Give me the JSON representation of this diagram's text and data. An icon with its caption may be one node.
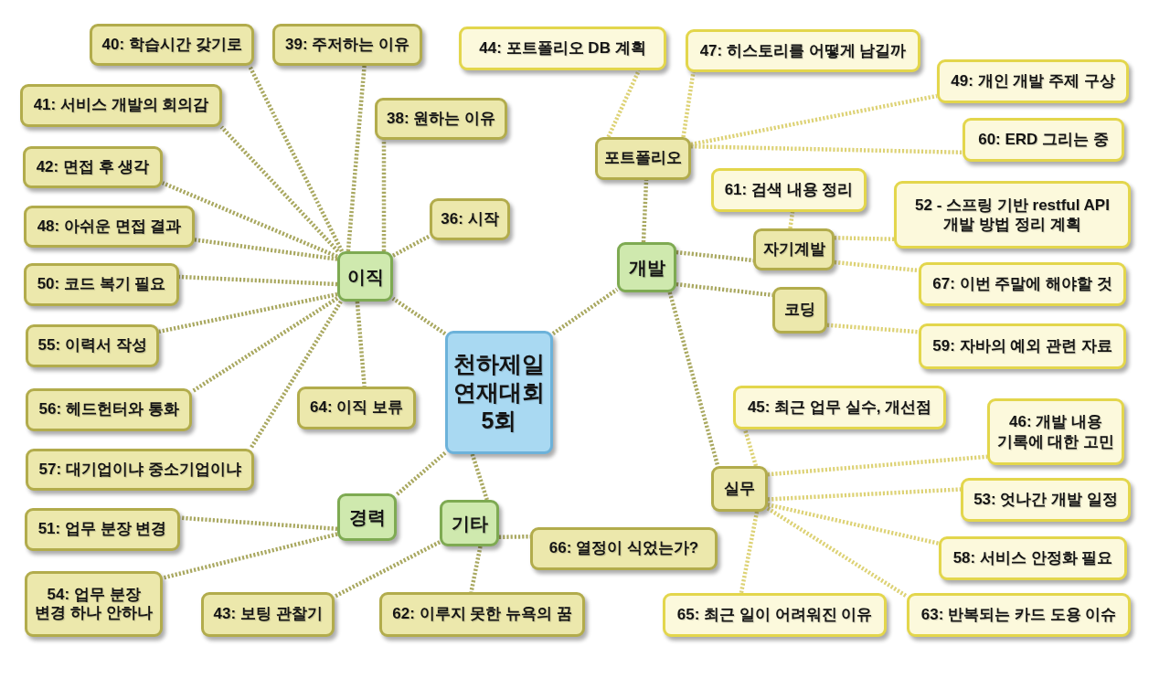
{
  "diagram": {
    "nodes": [
      {
        "text": [
          "천하제일 연재대회 5회"
        ]
      },
      {
        "text": [
          "이직"
        ]
      },
      {
        "text": [
          "개발"
        ]
      },
      {
        "text": [
          "경력"
        ]
      },
      {
        "text": [
          "기타"
        ]
      },
      {
        "text": [
          "포트폴리오"
        ]
      },
      {
        "text": [
          "자기계발"
        ]
      },
      {
        "text": [
          "코딩"
        ]
      },
      {
        "text": [
          "실무"
        ]
      },
      {
        "text": [
          "40: 학습시간 갖기로"
        ]
      },
      {
        "text": [
          "39: 주저하는 이유"
        ]
      },
      {
        "text": [
          "41: 서비스 개발의 회의감"
        ]
      },
      {
        "text": [
          "38: 원하는 이유"
        ]
      },
      {
        "text": [
          "42: 면접 후 생각"
        ]
      },
      {
        "text": [
          "36: 시작"
        ]
      },
      {
        "text": [
          "48: 아쉬운 면접 결과"
        ]
      },
      {
        "text": [
          "50: 코드 복기 필요"
        ]
      },
      {
        "text": [
          "55: 이력서 작성"
        ]
      },
      {
        "text": [
          "56: 헤드헌터와 통화"
        ]
      },
      {
        "text": [
          "64: 이직 보류"
        ]
      },
      {
        "text": [
          "57: 대기업이냐 중소기업이냐"
        ]
      },
      {
        "text": [
          "51: 업무 분장 변경"
        ]
      },
      {
        "text": [
          "54: 업무 분장 변경 하나 안하나"
        ]
      },
      {
        "text": [
          "43: 보팅 관찰기"
        ]
      },
      {
        "text": [
          "62: 이루지 못한 뉴욕의 꿈"
        ]
      },
      {
        "text": [
          "66: 열정이 식었는가?"
        ]
      },
      {
        "text": [
          "44: 포트폴리오 DB 계획"
        ]
      },
      {
        "text": [
          "47: 히스토리를 어떻게 남길까"
        ]
      },
      {
        "text": [
          "49: 개인 개발 주제 구상"
        ]
      },
      {
        "text": [
          "60: ERD 그리는 중"
        ]
      },
      {
        "text": [
          "61: 검색 내용 정리"
        ]
      },
      {
        "text": [
          "52 - 스프링 기반 restful API 개발 방법 정리 계획"
        ]
      },
      {
        "text": [
          "67: 이번 주말에 해야할 것"
        ]
      },
      {
        "text": [
          "59: 자바의 예외 관련 자료"
        ]
      },
      {
        "text": [
          "45: 최근 업무 실수, 개선점"
        ]
      },
      {
        "text": [
          "46: 개발 내용 기록에 대한 고민"
        ]
      },
      {
        "text": [
          "53: 엇나간 개발 일정"
        ]
      },
      {
        "text": [
          "58: 서비스 안정화 필요"
        ]
      },
      {
        "text": [
          "65: 최근 일이 어려워진 이유"
        ]
      },
      {
        "text": [
          "63: 반복되는 카드 도용 이슈"
        ]
      }
    ],
    "edges": [
      {
        "from": 0,
        "to": 1,
        "arrow": "none"
      },
      {
        "from": 0,
        "to": 2,
        "arrow": "none"
      },
      {
        "from": 0,
        "to": 3,
        "arrow": "none"
      },
      {
        "from": 0,
        "to": 4,
        "arrow": "none"
      },
      {
        "from": 1,
        "to": 9,
        "arrow": "none"
      },
      {
        "from": 1,
        "to": 10,
        "arrow": "none"
      },
      {
        "from": 1,
        "to": 11,
        "arrow": "none"
      },
      {
        "from": 1,
        "to": 12,
        "arrow": "none"
      },
      {
        "from": 1,
        "to": 13,
        "arrow": "none"
      },
      {
        "from": 1,
        "to": 14,
        "arrow": "none"
      },
      {
        "from": 1,
        "to": 15,
        "arrow": "none"
      },
      {
        "from": 1,
        "to": 16,
        "arrow": "none"
      },
      {
        "from": 1,
        "to": 17,
        "arrow": "none"
      },
      {
        "from": 1,
        "to": 18,
        "arrow": "none"
      },
      {
        "from": 1,
        "to": 19,
        "arrow": "none"
      },
      {
        "from": 1,
        "to": 20,
        "arrow": "none"
      },
      {
        "from": 3,
        "to": 21,
        "arrow": "none"
      },
      {
        "from": 3,
        "to": 22,
        "arrow": "none"
      },
      {
        "from": 4,
        "to": 23,
        "arrow": "none"
      },
      {
        "from": 4,
        "to": 24,
        "arrow": "none"
      },
      {
        "from": 4,
        "to": 25,
        "arrow": "none"
      },
      {
        "from": 2,
        "to": 5,
        "arrow": "none"
      },
      {
        "from": 2,
        "to": 6,
        "arrow": "none"
      },
      {
        "from": 2,
        "to": 7,
        "arrow": "none"
      },
      {
        "from": 2,
        "to": 8,
        "arrow": "none"
      },
      {
        "from": 5,
        "to": 26,
        "arrow": "none",
        "color": "#ddd275"
      },
      {
        "from": 5,
        "to": 27,
        "arrow": "none",
        "color": "#ddd275"
      },
      {
        "from": 5,
        "to": 28,
        "arrow": "none",
        "color": "#ddd275"
      },
      {
        "from": 5,
        "to": 29,
        "arrow": "none",
        "color": "#ddd275"
      },
      {
        "from": 6,
        "to": 30,
        "arrow": "none",
        "color": "#ddd275"
      },
      {
        "from": 6,
        "to": 31,
        "arrow": "none",
        "color": "#ddd275"
      },
      {
        "from": 6,
        "to": 32,
        "arrow": "none",
        "color": "#ddd275"
      },
      {
        "from": 7,
        "to": 33,
        "arrow": "none",
        "color": "#ddd275"
      },
      {
        "from": 8,
        "to": 34,
        "arrow": "none",
        "color": "#ddd275"
      },
      {
        "from": 8,
        "to": 35,
        "arrow": "none",
        "color": "#ddd275"
      },
      {
        "from": 8,
        "to": 36,
        "arrow": "none",
        "color": "#ddd275"
      },
      {
        "from": 8,
        "to": 37,
        "arrow": "none",
        "color": "#ddd275"
      },
      {
        "from": 8,
        "to": 38,
        "arrow": "none",
        "color": "#ddd275"
      },
      {
        "from": 8,
        "to": 39,
        "arrow": "none",
        "color": "#ddd275"
      }
    ]
  }
}
